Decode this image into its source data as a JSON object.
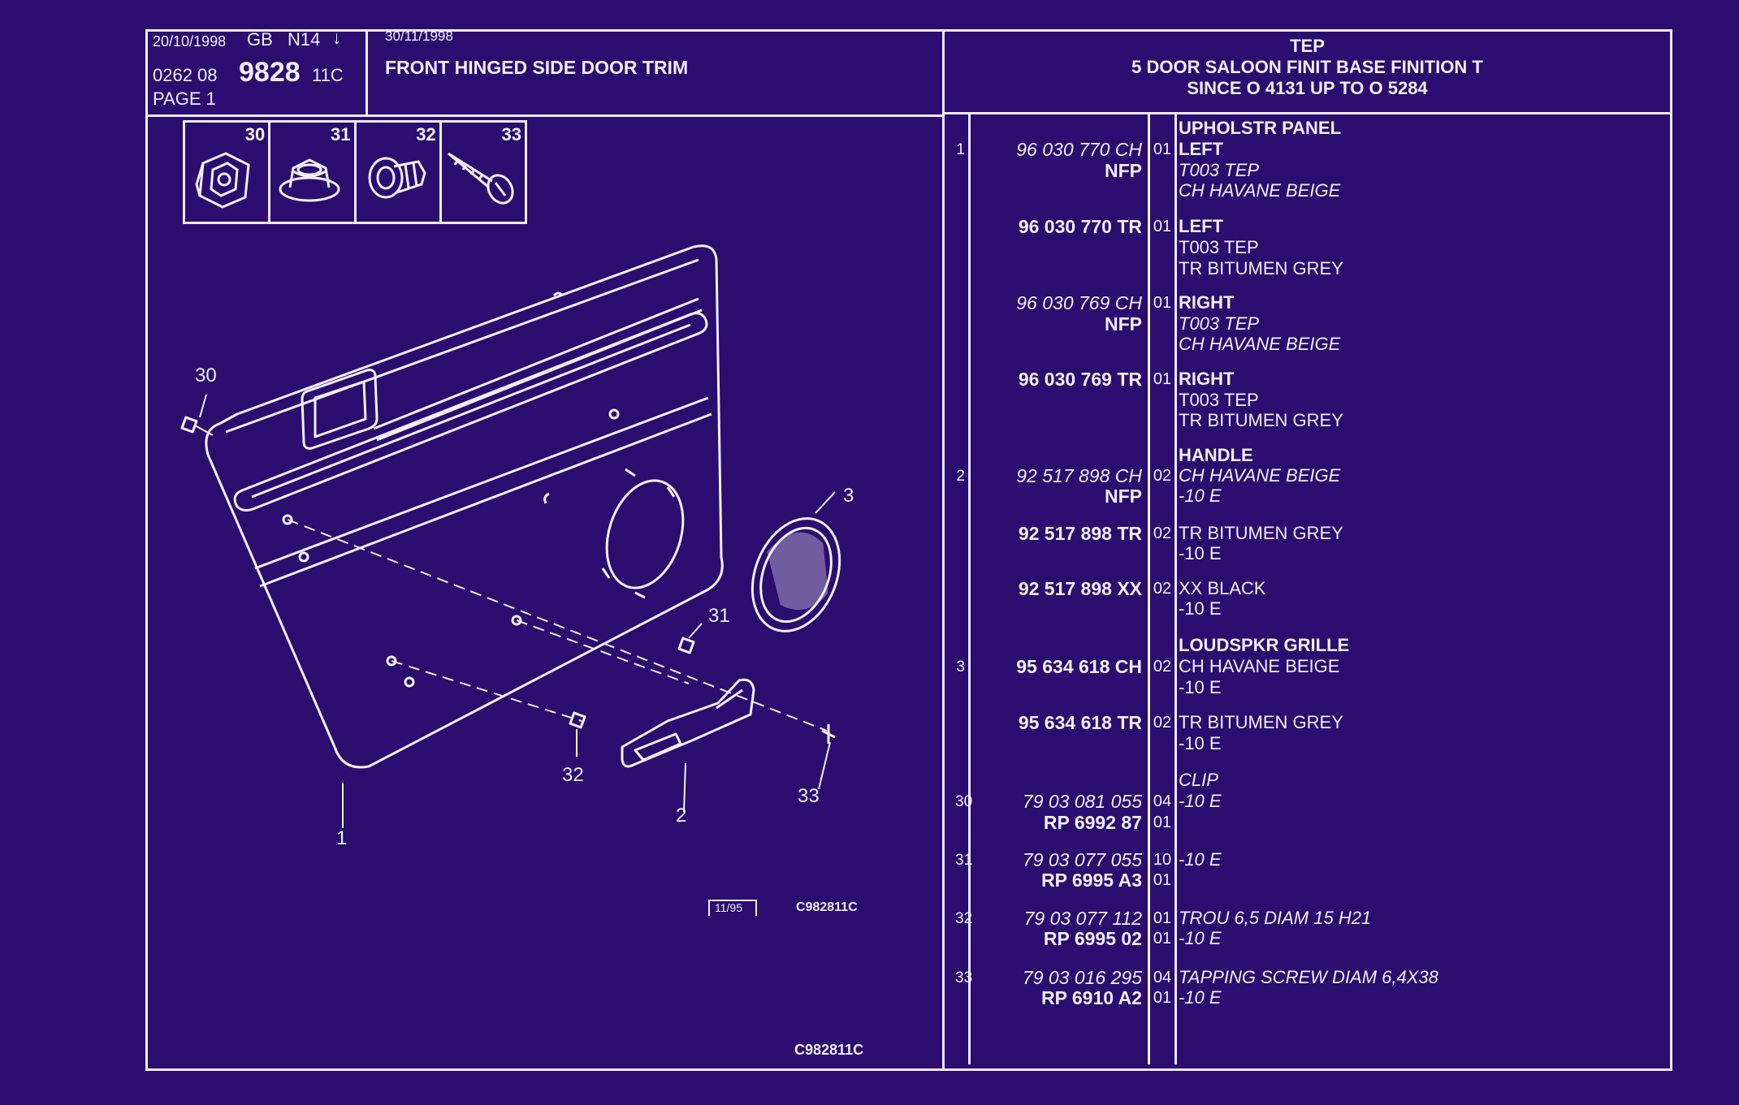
{
  "header": {
    "date": "20/10/1998",
    "country": "GB",
    "model_code": "N14",
    "arrow": "↓",
    "code_prefix": "0262 08",
    "code_main": "9828",
    "code_suffix": "11C",
    "page": "PAGE 1",
    "revision_date": "30/11/1998",
    "section_title": "FRONT HINGED SIDE DOOR TRIM",
    "right_line1": "TEP",
    "right_line2": "5 DOOR SALOON FINIT BASE FINITION T",
    "right_line3": "SINCE O  4131 UP TO O  5284"
  },
  "fasteners": [
    {
      "num": "30",
      "icon": "clip-icon"
    },
    {
      "num": "31",
      "icon": "nut-icon"
    },
    {
      "num": "32",
      "icon": "grommet-icon"
    },
    {
      "num": "33",
      "icon": "tapping-screw-icon"
    }
  ],
  "diagram": {
    "callouts": [
      "30",
      "3",
      "31",
      "32",
      "2",
      "33",
      "1"
    ],
    "stamp_date": "11/95",
    "stamp_ref": "C982811C"
  },
  "footer_ref": "C982811C",
  "rows": [
    {
      "ref": "",
      "part": "",
      "part_style": "",
      "qty": "",
      "desc": "UPHOLSTR PANEL",
      "desc_style": "b"
    },
    {
      "ref": "1",
      "part": "96 030 770 CH",
      "part_style": "i",
      "qty": "01",
      "desc": "LEFT",
      "desc_style": "b"
    },
    {
      "ref": "",
      "part": "NFP",
      "part_style": "b",
      "qty": "",
      "desc": "T003 TEP",
      "desc_style": "i"
    },
    {
      "ref": "",
      "part": "",
      "part_style": "",
      "qty": "",
      "desc": "CH HAVANE BEIGE",
      "desc_style": "i"
    },
    {
      "ref": "",
      "part": "96 030 770 TR",
      "part_style": "b",
      "qty": "01",
      "desc": "LEFT",
      "desc_style": "b"
    },
    {
      "ref": "",
      "part": "",
      "part_style": "",
      "qty": "",
      "desc": "T003 TEP",
      "desc_style": ""
    },
    {
      "ref": "",
      "part": "",
      "part_style": "",
      "qty": "",
      "desc": "TR BITUMEN GREY",
      "desc_style": ""
    },
    {
      "ref": "",
      "part": "96 030 769 CH",
      "part_style": "i",
      "qty": "01",
      "desc": "RIGHT",
      "desc_style": "b"
    },
    {
      "ref": "",
      "part": "NFP",
      "part_style": "b",
      "qty": "",
      "desc": "T003 TEP",
      "desc_style": "i"
    },
    {
      "ref": "",
      "part": "",
      "part_style": "",
      "qty": "",
      "desc": "CH HAVANE BEIGE",
      "desc_style": "i"
    },
    {
      "ref": "",
      "part": "96 030 769 TR",
      "part_style": "b",
      "qty": "01",
      "desc": "RIGHT",
      "desc_style": "b"
    },
    {
      "ref": "",
      "part": "",
      "part_style": "",
      "qty": "",
      "desc": "T003 TEP",
      "desc_style": ""
    },
    {
      "ref": "",
      "part": "",
      "part_style": "",
      "qty": "",
      "desc": "TR BITUMEN GREY",
      "desc_style": ""
    },
    {
      "ref": "",
      "part": "",
      "part_style": "",
      "qty": "",
      "desc": "HANDLE",
      "desc_style": "b"
    },
    {
      "ref": "2",
      "part": "92 517 898 CH",
      "part_style": "i",
      "qty": "02",
      "desc": "CH HAVANE BEIGE",
      "desc_style": "i"
    },
    {
      "ref": "",
      "part": "NFP",
      "part_style": "b",
      "qty": "",
      "desc": "-10 E",
      "desc_style": "i"
    },
    {
      "ref": "",
      "part": "92 517 898 TR",
      "part_style": "b",
      "qty": "02",
      "desc": "TR BITUMEN GREY",
      "desc_style": ""
    },
    {
      "ref": "",
      "part": "",
      "part_style": "",
      "qty": "",
      "desc": "-10 E",
      "desc_style": ""
    },
    {
      "ref": "",
      "part": "92 517 898 XX",
      "part_style": "b",
      "qty": "02",
      "desc": "XX BLACK",
      "desc_style": ""
    },
    {
      "ref": "",
      "part": "",
      "part_style": "",
      "qty": "",
      "desc": "-10 E",
      "desc_style": ""
    },
    {
      "ref": "",
      "part": "",
      "part_style": "",
      "qty": "",
      "desc": "LOUDSPKR GRILLE",
      "desc_style": "b"
    },
    {
      "ref": "3",
      "part": "95 634 618 CH",
      "part_style": "b",
      "qty": "02",
      "desc": "CH HAVANE BEIGE",
      "desc_style": ""
    },
    {
      "ref": "",
      "part": "",
      "part_style": "",
      "qty": "",
      "desc": "-10 E",
      "desc_style": ""
    },
    {
      "ref": "",
      "part": "95 634 618 TR",
      "part_style": "b",
      "qty": "02",
      "desc": "TR BITUMEN GREY",
      "desc_style": ""
    },
    {
      "ref": "",
      "part": "",
      "part_style": "",
      "qty": "",
      "desc": "-10 E",
      "desc_style": ""
    },
    {
      "ref": "",
      "part": "",
      "part_style": "",
      "qty": "",
      "desc": "CLIP",
      "desc_style": "i"
    },
    {
      "ref": "30",
      "part": "79 03 081 055",
      "part_style": "i",
      "qty": "04",
      "desc": "-10 E",
      "desc_style": "i"
    },
    {
      "ref": "",
      "part": "RP  6992 87",
      "part_style": "b",
      "qty": "01",
      "desc": "",
      "desc_style": ""
    },
    {
      "ref": "31",
      "part": "79 03 077 055",
      "part_style": "i",
      "qty": "10",
      "desc": "-10 E",
      "desc_style": "i"
    },
    {
      "ref": "",
      "part": "RP  6995 A3",
      "part_style": "b",
      "qty": "01",
      "desc": "",
      "desc_style": ""
    },
    {
      "ref": "32",
      "part": "79 03 077 112",
      "part_style": "i",
      "qty": "01",
      "desc": "TROU 6,5 DIAM 15 H21",
      "desc_style": "i"
    },
    {
      "ref": "",
      "part": "RP  6995 02",
      "part_style": "b",
      "qty": "01",
      "desc": "-10 E",
      "desc_style": "i"
    },
    {
      "ref": "33",
      "part": "79 03 016 295",
      "part_style": "i",
      "qty": "04",
      "desc": "TAPPING SCREW DIAM 6,4X38",
      "desc_style": "i"
    },
    {
      "ref": "",
      "part": "RP  6910 A2",
      "part_style": "b",
      "qty": "01",
      "desc": "-10 E",
      "desc_style": "i"
    }
  ]
}
